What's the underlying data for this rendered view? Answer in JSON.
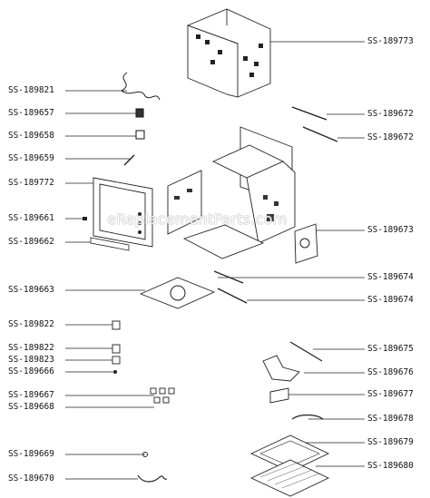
{
  "watermark": "eReplacementParts.com",
  "labels_left": [
    "SS-189821",
    "SS-189657",
    "SS-189658",
    "SS-189659",
    "SS-189772",
    "SS-189661",
    "SS-189662",
    "SS-189663",
    "SS-189822",
    "SS-189822",
    "SS-189823",
    "SS-189666",
    "SS-189667",
    "SS-189668",
    "SS-189669",
    "SS-189670"
  ],
  "labels_right": [
    "SS-189773",
    "SS-189672",
    "SS-189672",
    "SS-189673",
    "SS-189674",
    "SS-189674",
    "SS-189675",
    "SS-189676",
    "SS-189677",
    "SS-189678",
    "SS-189679",
    "SS-189680"
  ]
}
